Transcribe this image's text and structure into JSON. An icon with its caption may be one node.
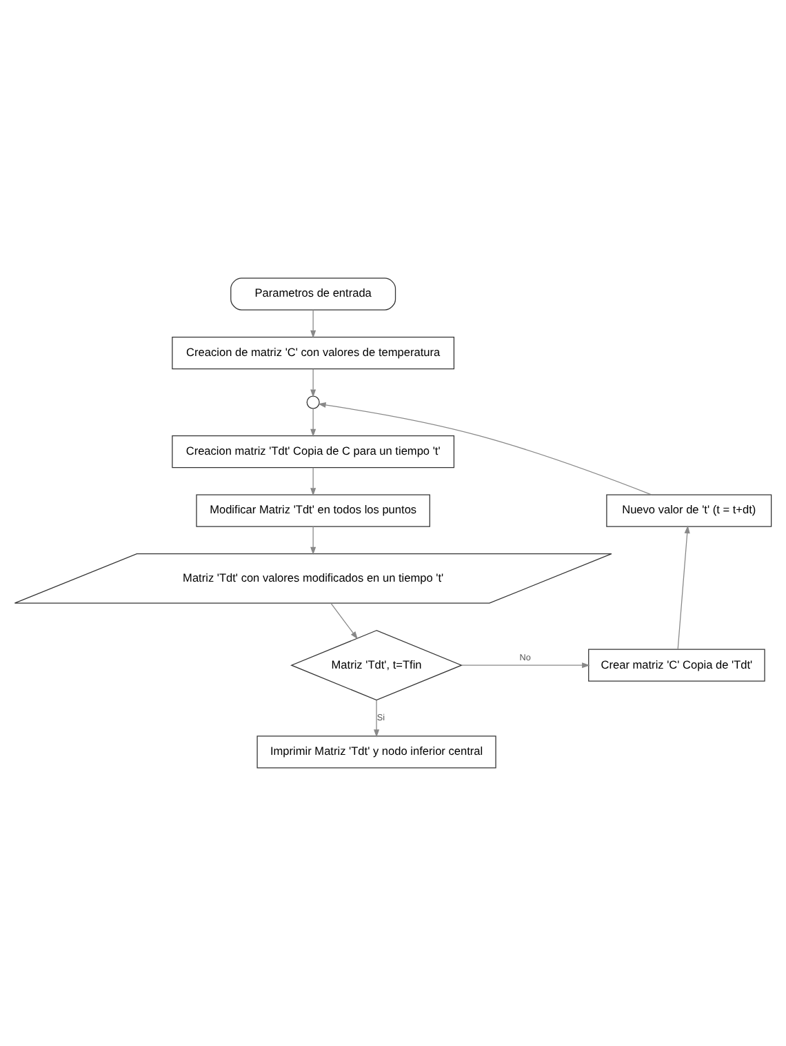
{
  "diagram": {
    "nodes": [
      {
        "text": [
          "Parametros de entrada"
        ]
      },
      {
        "text": [
          "Creacion de matriz 'C' con valores de temperatura"
        ]
      },
      {
        "text": [],
        "shape": "circle"
      },
      {
        "text": [
          "Creacion matriz 'Tdt' Copia de C para un tiempo 't'"
        ]
      },
      {
        "text": [
          "Modificar Matriz 'Tdt' en todos los puntos"
        ]
      },
      {
        "text": [
          "Matriz 'Tdt' con valores modificados en un tiempo 't'"
        ]
      },
      {
        "text": [
          "Matriz 'Tdt', t=Tfin"
        ]
      },
      {
        "text": [
          "Imprimir Matriz 'Tdt' y nodo inferior central"
        ]
      },
      {
        "text": [
          "Crear matriz 'C' Copia de 'Tdt'"
        ]
      },
      {
        "text": [
          "Nuevo valor de 't' (t = t+dt)"
        ]
      }
    ],
    "edges": [
      {
        "from": 0,
        "to": 1,
        "arrow": "to"
      },
      {
        "from": 1,
        "to": 2,
        "arrow": "to"
      },
      {
        "from": 2,
        "to": 3,
        "arrow": "to"
      },
      {
        "from": 3,
        "to": 4,
        "arrow": "to"
      },
      {
        "from": 4,
        "to": 5,
        "arrow": "to"
      },
      {
        "from": 5,
        "to": 6,
        "arrow": "to"
      },
      {
        "from": 6,
        "to": 7,
        "arrow": "to",
        "label": "Si"
      },
      {
        "from": 6,
        "to": 8,
        "arrow": "to",
        "label": "No"
      },
      {
        "from": 8,
        "to": 9,
        "arrow": "to"
      },
      {
        "from": 9,
        "to": 2,
        "arrow": "to"
      }
    ]
  }
}
